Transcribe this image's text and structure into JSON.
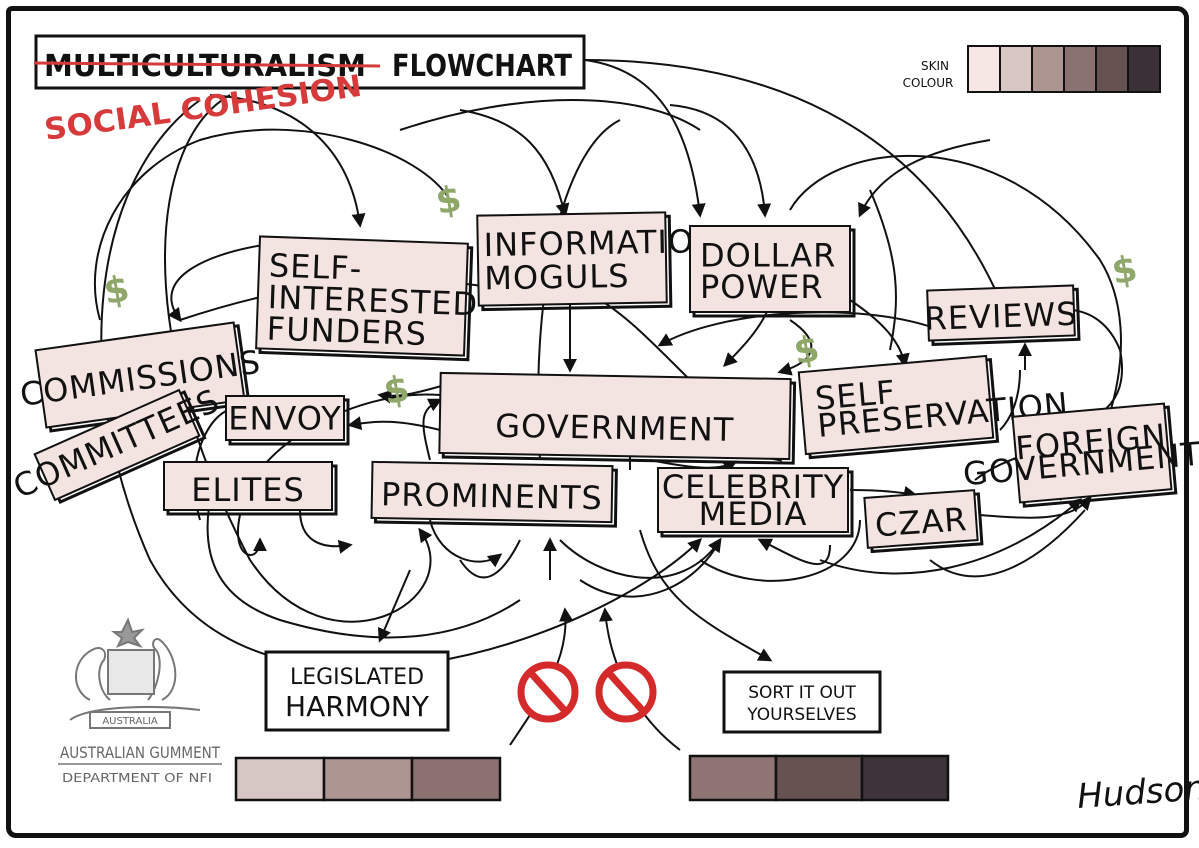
{
  "title": {
    "struck": "MULTICULTURALISM",
    "main": "FLOWCHART",
    "correction": "SOCIAL COHESION"
  },
  "legend": {
    "label_line1": "SKIN",
    "label_line2": "COLOUR",
    "swatches": [
      "#f6e7e4",
      "#d8c6c3",
      "#ac9491",
      "#8a7270",
      "#675252",
      "#3a3036"
    ]
  },
  "nodes": {
    "self_interested_funders": [
      "SELF-",
      "INTERESTED",
      "FUNDERS"
    ],
    "information_moguls": [
      "INFORMATION",
      "MOGULS"
    ],
    "dollar_power": [
      "DOLLAR",
      "POWER"
    ],
    "reviews": [
      "REVIEWS"
    ],
    "commissions": [
      "COMMISSIONS"
    ],
    "committees": [
      "COMMITTEES"
    ],
    "envoy": [
      "ENVOY"
    ],
    "government": [
      "GOVERNMENT"
    ],
    "self_preservation": [
      "SELF",
      "PRESERVATION"
    ],
    "foreign_governments": [
      "FOREIGN",
      "GOVERNMENTS"
    ],
    "elites": [
      "ELITES"
    ],
    "prominents": [
      "PROMINENTS"
    ],
    "celebrity_media": [
      "CELEBRITY",
      "MEDIA"
    ],
    "czar": [
      "CZAR"
    ]
  },
  "outcomes": {
    "legislated_harmony": [
      "LEGISLATED",
      "HARMONY"
    ],
    "sort_it_out": [
      "SORT IT OUT",
      "YOURSELVES"
    ]
  },
  "dollar_symbol": "$",
  "bars": {
    "left": [
      "#d7c7c4",
      "#ad9592",
      "#8b7270"
    ],
    "right": [
      "#8e7573",
      "#675252",
      "#3d3339"
    ]
  },
  "crest": {
    "shield_label": "AUSTRALIA",
    "line1": "AUSTRALIAN GUMMENT",
    "line2": "DEPARTMENT OF NFI"
  },
  "signature": "Hudson",
  "colors": {
    "node_fill": "#f3e4e1",
    "ink": "#111111",
    "correction_red": "#d63a3a",
    "dollar_green": "#8fa86a",
    "prohibition_red": "#d42a2a"
  }
}
